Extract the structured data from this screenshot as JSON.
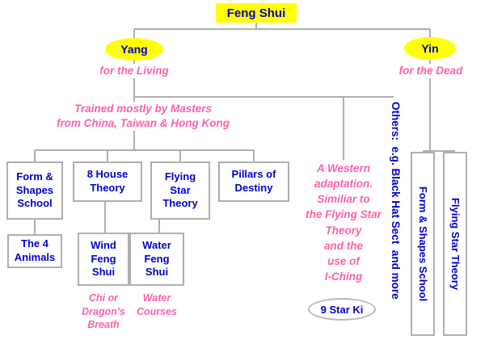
{
  "title": "Feng Shui",
  "yang": {
    "label": "Yang",
    "caption": "for the Living",
    "note": "Trained mostly by Masters\nfrom China, Taiwan & Hong Kong"
  },
  "yin": {
    "label": "Yin",
    "caption": "for the Dead"
  },
  "schools": {
    "form_shapes": "Form &\nShapes\nSchool",
    "eight_house": "8 House\nTheory",
    "flying_star": "Flying\nStar\nTheory",
    "pillars": "Pillars of\nDestiny",
    "four_animals": "The 4\nAnimals",
    "wind_feng_shui": "Wind\nFeng\nShui",
    "water_feng_shui": "Water\nFeng\nShui"
  },
  "annotations": {
    "chi": "Chi or\nDragon's\nBreath",
    "water_courses": "Water\nCourses",
    "western": "A Western\nadaptation.\nSimiliar to\nthe Flying Star\nTheory\nand the\nuse of\nI-Ching",
    "others": "Others:  e.g. Black Hat Sect  and more"
  },
  "nine_star_ki": "9 Star Ki",
  "yin_schools": [
    "Form & Shapes School",
    "Flying Star Theory"
  ],
  "colors": {
    "node_text": "#0000CC",
    "highlight": "#FFFF00",
    "caption": "#FF5FA8",
    "connector": "#AFAFAF"
  }
}
